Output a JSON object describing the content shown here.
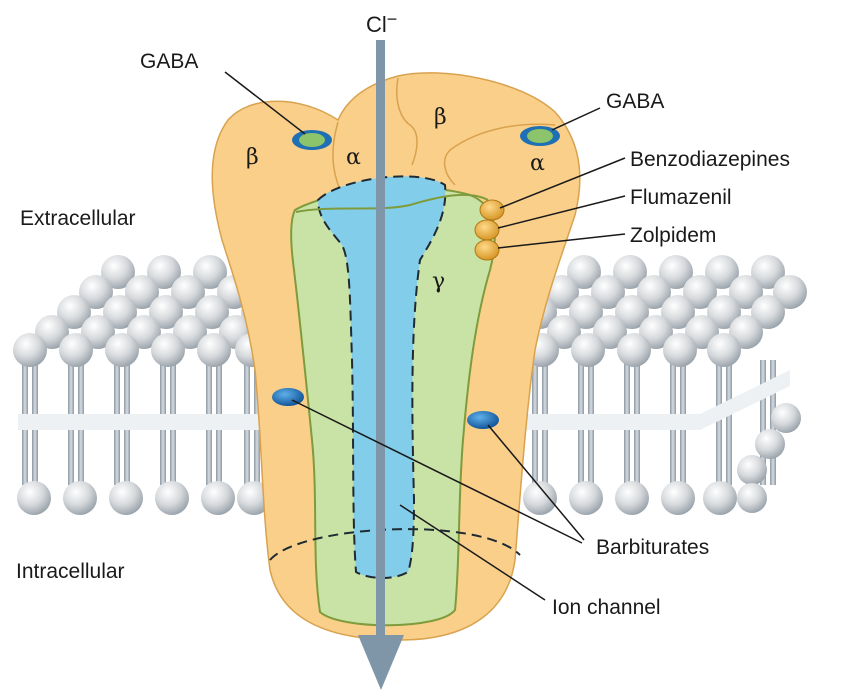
{
  "labels": {
    "ion": "Cl",
    "ion_charge": "−",
    "gaba_left": "GABA",
    "gaba_right": "GABA",
    "extracellular": "Extracellular",
    "intracellular": "Intracellular",
    "benzodiazepines": "Benzodiazepines",
    "flumazenil": "Flumazenil",
    "zolpidem": "Zolpidem",
    "barbiturates": "Barbiturates",
    "ion_channel": "Ion channel"
  },
  "subunits": {
    "beta_left": "β",
    "alpha_left": "α",
    "beta_right": "β",
    "alpha_right": "α",
    "gamma": "γ"
  },
  "colors": {
    "receptor": "#f9cf8a",
    "receptor_edge": "#d9a24f",
    "gamma_subunit": "#c9e3a6",
    "gamma_edge": "#7f9b3c",
    "channel": "#82cdea",
    "arrow": "#7f96a8",
    "membrane_head": "#d4d7da",
    "membrane_tail": "#a4aeb8",
    "binding_site": "#1f6fb4",
    "benzo_site": "#f0b84a"
  }
}
